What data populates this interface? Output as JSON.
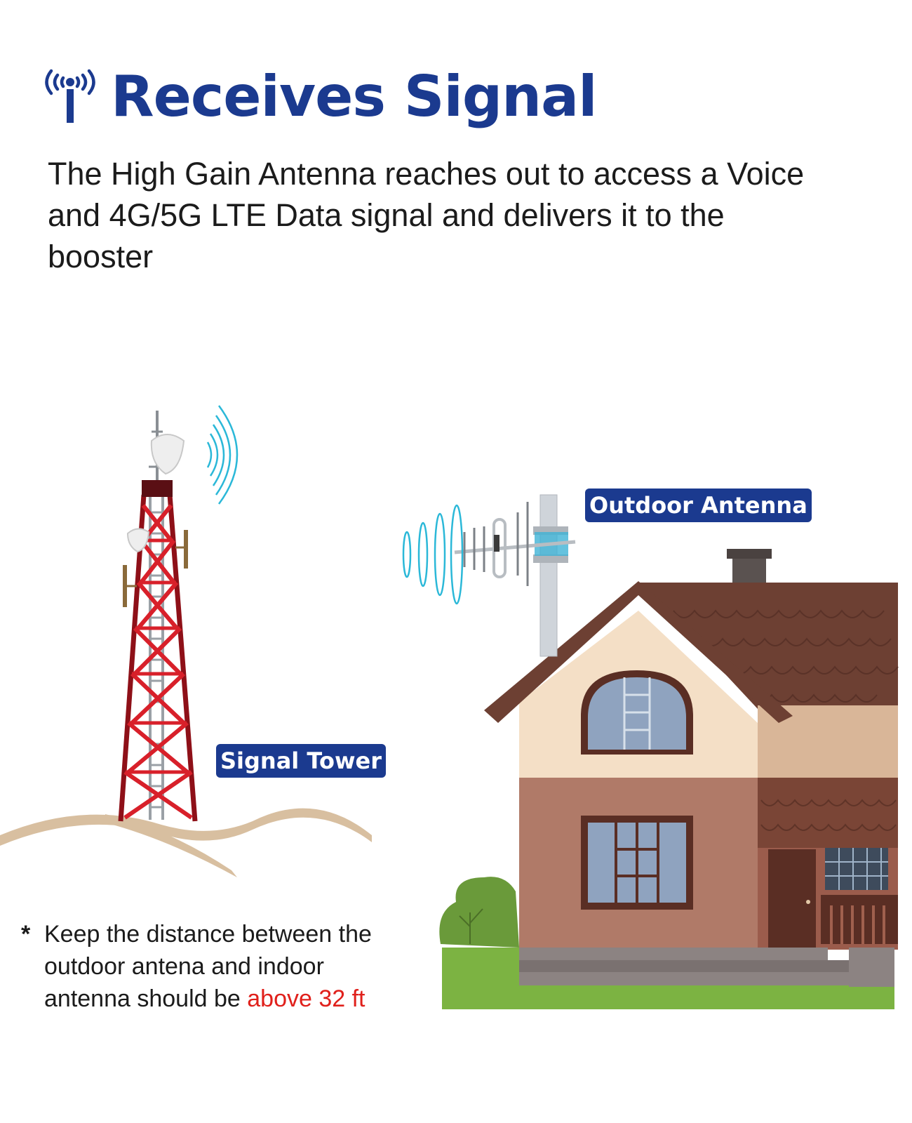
{
  "header": {
    "icon": "signal-antenna-icon",
    "title": "Receives Signal"
  },
  "description": {
    "text": "The High Gain Antenna reaches out to access a Voice and 4G/5G LTE Data signal and delivers it to the booster"
  },
  "labels": {
    "outdoor_antenna": "Outdoor Antenna",
    "signal_tower": "Signal Tower"
  },
  "note": {
    "bullet": "*",
    "text": "Keep the distance between the outdoor antena and indoor antenna should be ",
    "highlight": "above 32 ft"
  },
  "colors": {
    "brand_blue": "#1b3a8f",
    "highlight_red": "#e0201b",
    "tower_red": "#c1121f",
    "signal_wave": "#2bb8d8"
  }
}
